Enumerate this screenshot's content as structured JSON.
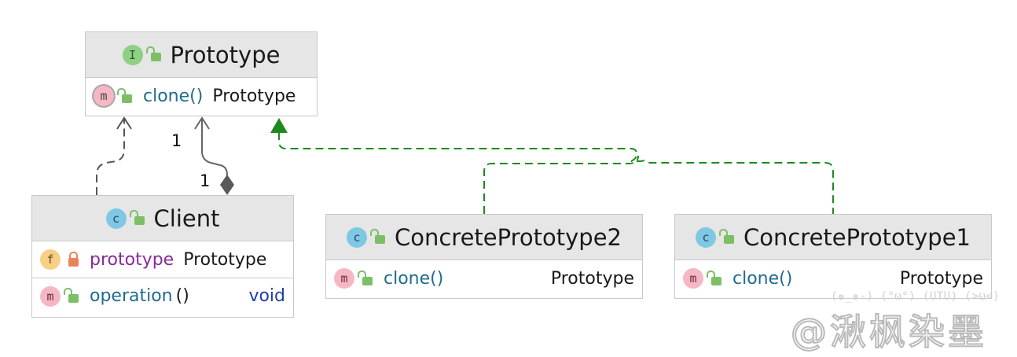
{
  "diagram": {
    "prototype": {
      "badge": "I",
      "name": "Prototype",
      "method": {
        "badge": "m",
        "name": "clone()",
        "type": "Prototype"
      }
    },
    "client": {
      "badge": "c",
      "name": "Client",
      "field": {
        "badge": "f",
        "name": "prototype",
        "type": "Prototype"
      },
      "method": {
        "badge": "m",
        "name": "operation",
        "params": "()",
        "type": "void"
      }
    },
    "concrete2": {
      "badge": "c",
      "name": "ConcretePrototype2",
      "method": {
        "badge": "m",
        "name": "clone()",
        "type": "Prototype"
      }
    },
    "concrete1": {
      "badge": "c",
      "name": "ConcretePrototype1",
      "method": {
        "badge": "m",
        "name": "clone()",
        "type": "Prototype"
      }
    },
    "multiplicity_target": "1",
    "multiplicity_source": "1"
  },
  "colors": {
    "header_bg": "#e6e6e6",
    "border": "#c8c8c8",
    "member_name": "#1f6c8f",
    "field_name": "#8a2a9a",
    "void_type": "#1f3fa8",
    "realization_edge": "#1e8a1e",
    "dependency_edge": "#555555",
    "association_edge": "#666666"
  },
  "icons": {
    "interface_badge": "interface-icon",
    "class_badge": "class-icon",
    "method_badge": "method-icon",
    "field_badge": "field-icon",
    "public_visibility": "open-lock-icon",
    "private_visibility": "closed-lock-icon"
  },
  "watermark": {
    "faces": "(๑_๑-) (°ω°) (UTU) (>ω<)",
    "text": "@湫枫染墨"
  }
}
